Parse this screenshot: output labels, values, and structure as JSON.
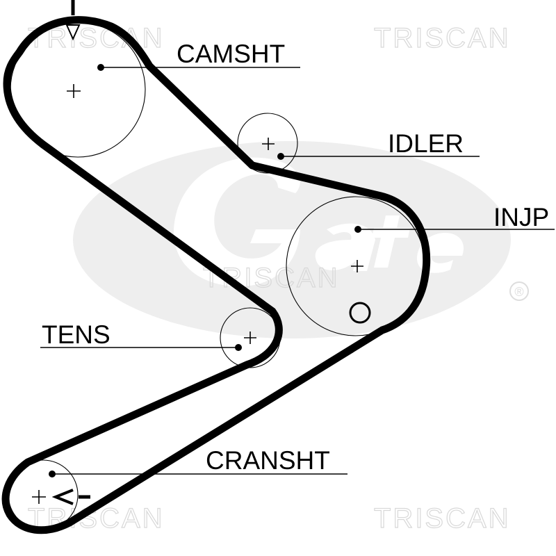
{
  "watermarks": {
    "brand": "TRISCAN",
    "registered_mark": "®"
  },
  "labels": {
    "camshaft": "CAMSHT",
    "idler": "IDLER",
    "injection_pump": "INJP",
    "tensioner": "TENS",
    "crankshaft": "CRANSHT"
  },
  "colors": {
    "line": "#000000",
    "watermark": "#d8d8d8",
    "gates_logo": "#eeeeee"
  }
}
